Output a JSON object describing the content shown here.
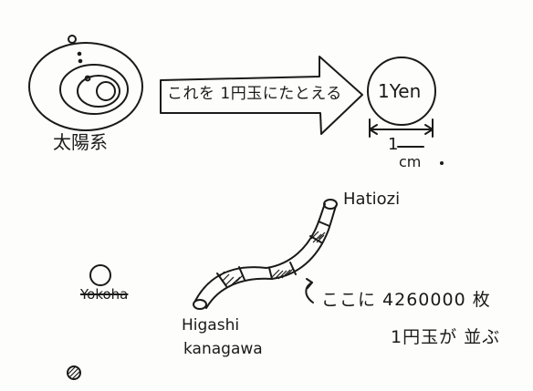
{
  "labels": {
    "solar_system": "太陽系",
    "arrow_text": "これを 1円玉にたとえる",
    "one_yen": "1Yen",
    "one_cm": "1",
    "cm_unit": "cm",
    "hatiozi": "Hatiozi",
    "yokohama_crossed": "Yokoha",
    "higashi": "Higashi",
    "kanagawa": "kanagawa",
    "count_line1": "ここに 4260000 枚",
    "count_line2": "1円玉が 並ぶ"
  },
  "colors": {
    "ink": "#1a1a1a",
    "paper": "#fdfdfb"
  }
}
